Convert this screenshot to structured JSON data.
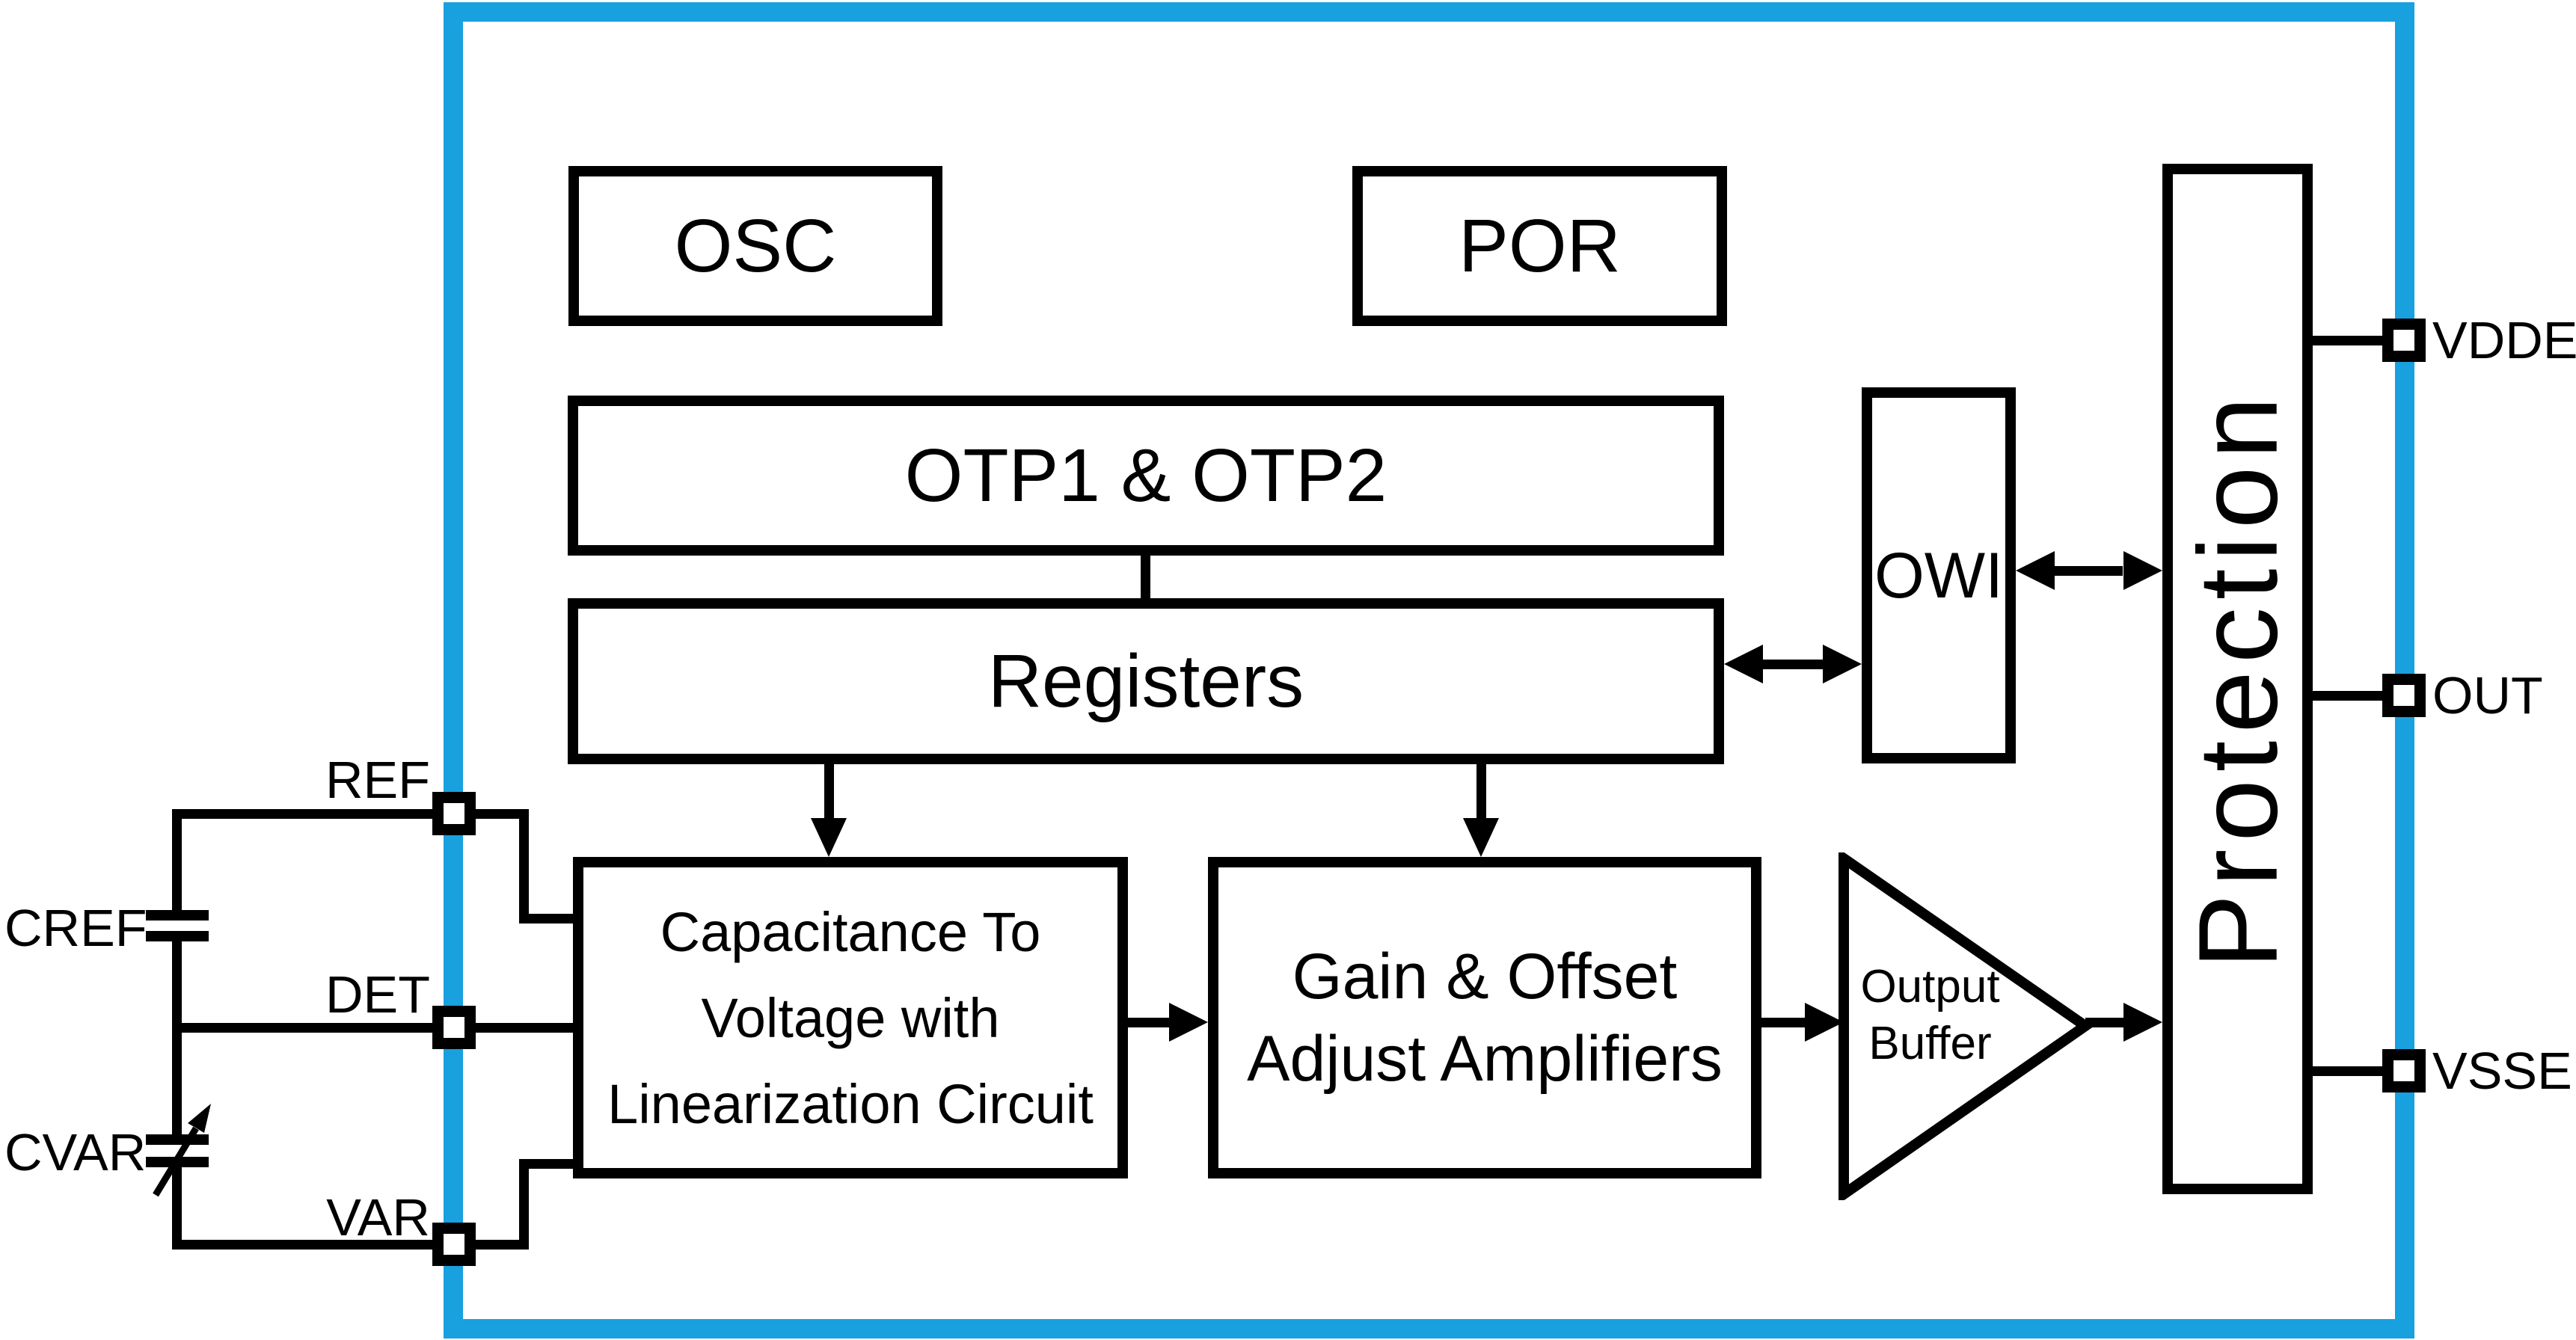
{
  "colors": {
    "accent_blue": "#18A0DF",
    "ink": "#000000"
  },
  "blocks": {
    "osc": {
      "label": "OSC"
    },
    "por": {
      "label": "POR"
    },
    "otp": {
      "label": "OTP1 & OTP2"
    },
    "registers": {
      "label": "Registers"
    },
    "owi": {
      "label": "OWI"
    },
    "protection": {
      "label": "Protection"
    },
    "c2v": {
      "line1": "Capacitance To",
      "line2": "Voltage with",
      "line3": "Linearization Circuit"
    },
    "gain": {
      "line1": "Gain & Offset",
      "line2": "Adjust Amplifiers"
    },
    "output_buffer": {
      "line1": "Output",
      "line2": "Buffer"
    }
  },
  "pins": {
    "vdde": "VDDE",
    "out": "OUT",
    "vsse": "VSSE",
    "ref": "REF",
    "det": "DET",
    "var": "VAR"
  },
  "capacitors": {
    "cref": "CREF",
    "cvar": "CVAR"
  }
}
